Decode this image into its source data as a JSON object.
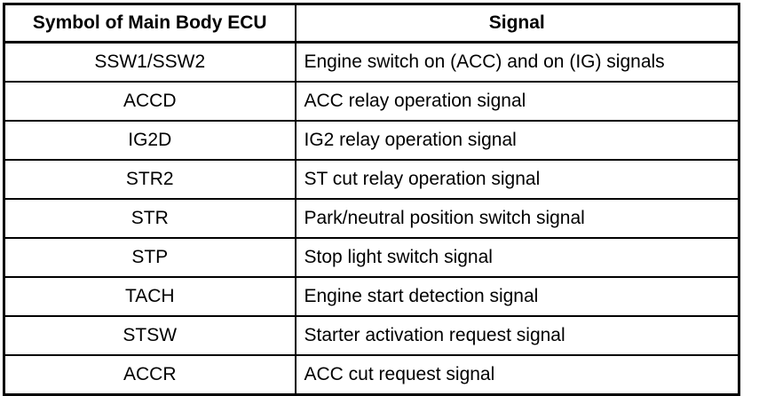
{
  "table": {
    "columns": [
      {
        "key": "symbol",
        "label": "Symbol of Main Body ECU",
        "align": "center"
      },
      {
        "key": "signal",
        "label": "Signal",
        "align": "left"
      }
    ],
    "rows": [
      {
        "symbol": "SSW1/SSW2",
        "signal": "Engine switch on (ACC) and on (IG) signals"
      },
      {
        "symbol": "ACCD",
        "signal": "ACC relay operation signal"
      },
      {
        "symbol": "IG2D",
        "signal": "IG2 relay operation signal"
      },
      {
        "symbol": "STR2",
        "signal": "ST cut relay operation signal"
      },
      {
        "symbol": "STR",
        "signal": "Park/neutral position switch signal"
      },
      {
        "symbol": "STP",
        "signal": "Stop light switch signal"
      },
      {
        "symbol": "TACH",
        "signal": "Engine start detection signal"
      },
      {
        "symbol": "STSW",
        "signal": "Starter activation request signal"
      },
      {
        "symbol": "ACCR",
        "signal": "ACC cut request signal"
      }
    ]
  },
  "colors": {
    "border": "#000000",
    "text": "#000000",
    "background": "#ffffff"
  }
}
